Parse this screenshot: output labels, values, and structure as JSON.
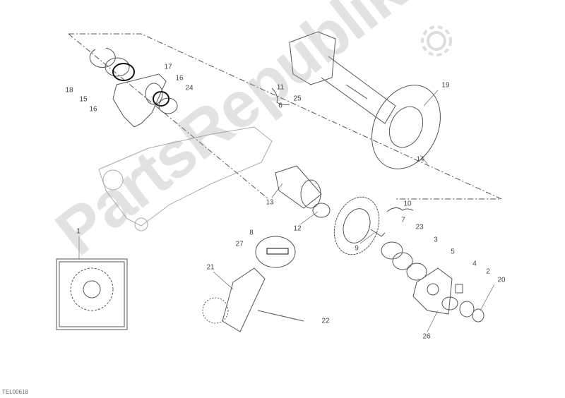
{
  "diagram": {
    "drawing_code": "TEL00618",
    "watermark": "PartsRepublik",
    "callouts": [
      "18",
      "15",
      "16",
      "17",
      "16",
      "24",
      "11",
      "25",
      "6",
      "19",
      "14",
      "13",
      "12",
      "1",
      "8",
      "27",
      "10",
      "7",
      "23",
      "9",
      "3",
      "5",
      "4",
      "2",
      "20",
      "21",
      "22",
      "26"
    ]
  },
  "colors": {
    "line": "#555555",
    "watermark": "#9a9a9a"
  }
}
